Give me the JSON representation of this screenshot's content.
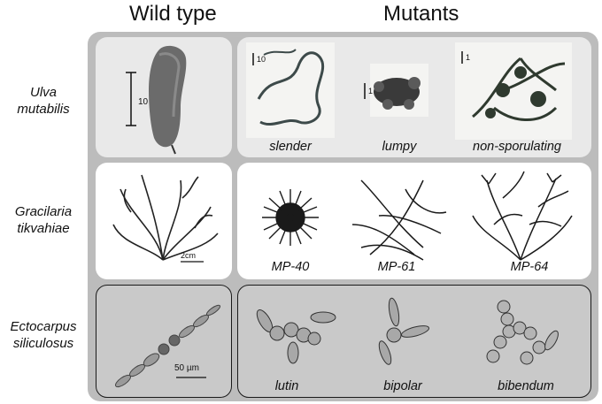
{
  "headers": {
    "wild": "Wild type",
    "mutants": "Mutants"
  },
  "rows": [
    {
      "line1": "Ulva",
      "line2": "mutabilis",
      "wild_scale": "10",
      "mutants": [
        {
          "name": "slender",
          "scale": "10"
        },
        {
          "name": "lumpy",
          "scale": "1"
        },
        {
          "name": "non-sporulating",
          "scale": "1"
        }
      ]
    },
    {
      "line1": "Gracilaria",
      "line2": "tikvahiae",
      "wild_scale": "2cm",
      "mutants": [
        {
          "name": "MP-40"
        },
        {
          "name": "MP-61"
        },
        {
          "name": "MP-64"
        }
      ]
    },
    {
      "line1": "Ectocarpus",
      "line2": "siliculosus",
      "wild_scale": "50 µm",
      "mutants": [
        {
          "name": "lutin"
        },
        {
          "name": "bipolar"
        },
        {
          "name": "bibendum"
        }
      ]
    }
  ],
  "colors": {
    "outer_frame": "#bcbcbc",
    "row1_panel": "#e9e9e9",
    "row2_panel": "#ffffff",
    "row3_panel": "#c9c9c9"
  }
}
